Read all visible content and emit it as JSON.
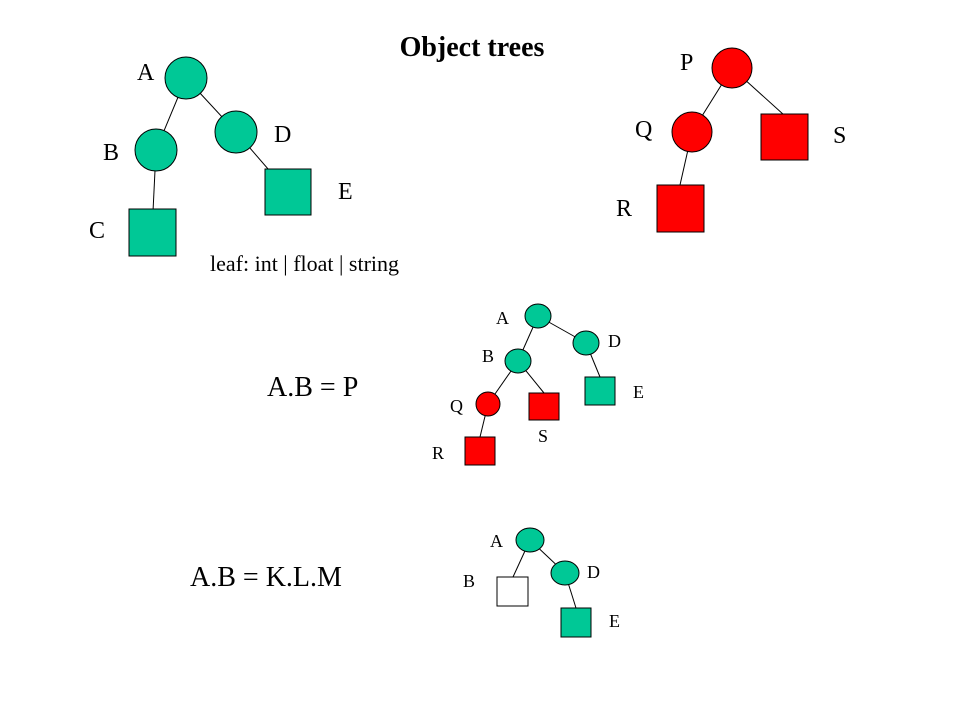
{
  "title": "Object trees",
  "colors": {
    "teal": "#00c896",
    "red": "#ff0000",
    "empty": "#ffffff",
    "stroke": "#000000"
  },
  "tree1": {
    "labels": {
      "A": "A",
      "B": "B",
      "C": "C",
      "D": "D",
      "E": "E"
    },
    "leaf_note": "leaf: int | float | string"
  },
  "tree2": {
    "labels": {
      "P": "P",
      "Q": "Q",
      "R": "R",
      "S": "S"
    }
  },
  "example1": {
    "equation": "A.B = P",
    "labels": {
      "A": "A",
      "B": "B",
      "D": "D",
      "E": "E",
      "Q": "Q",
      "R": "R",
      "S": "S"
    }
  },
  "example2": {
    "equation": "A.B = K.L.M",
    "labels": {
      "A": "A",
      "B": "B",
      "D": "D",
      "E": "E"
    }
  }
}
